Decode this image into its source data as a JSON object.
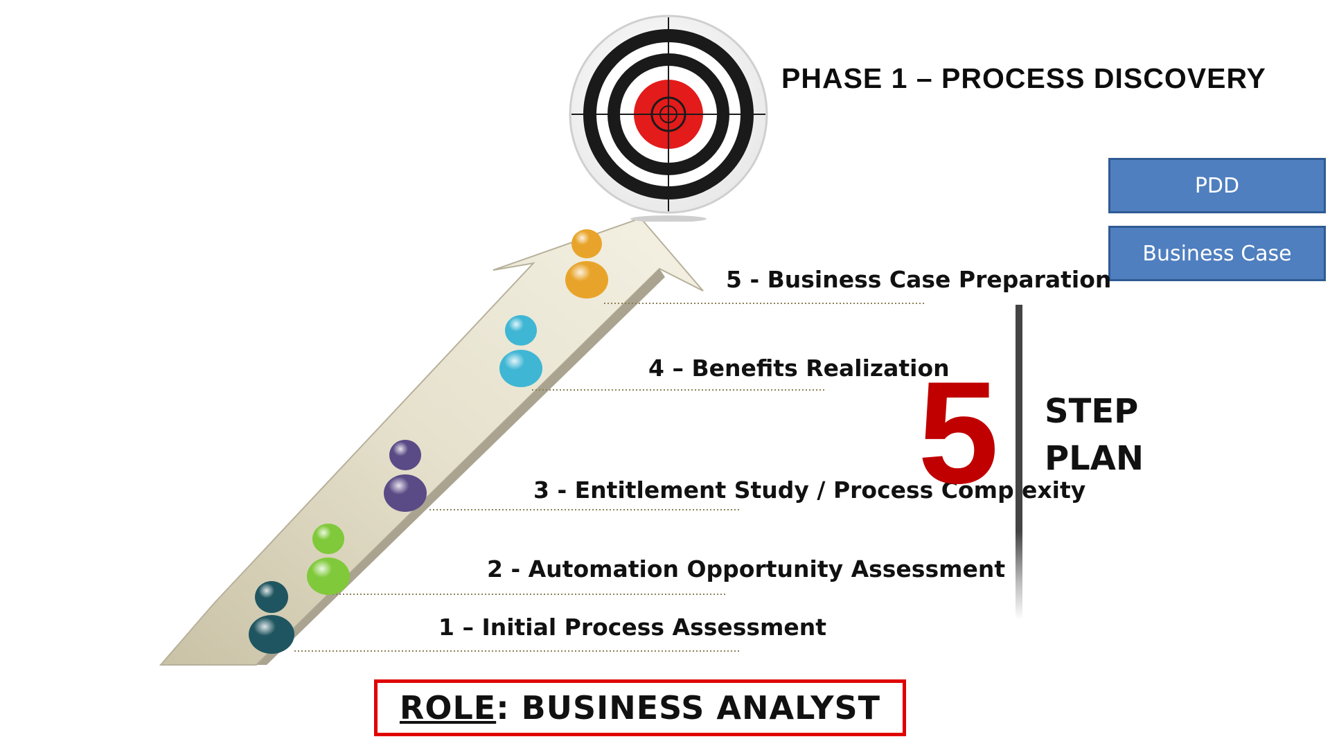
{
  "title": "PHASE 1 – PROCESS DISCOVERY",
  "deliverables": {
    "pdd": "PDD",
    "business_case": "Business Case"
  },
  "steps": [
    {
      "label": "1 – Initial Process Assessment",
      "figure_color": "#1f5560"
    },
    {
      "label": "2 - Automation Opportunity Assessment",
      "figure_color": "#7fc93a"
    },
    {
      "label": "3 - Entitlement Study / Process Complexity",
      "figure_color": "#5a4a86"
    },
    {
      "label": "4 – Benefits Realization",
      "figure_color": "#3fb6d4"
    },
    {
      "label": "5 - Business Case Preparation",
      "figure_color": "#e8a42a"
    }
  ],
  "plan": {
    "number": "5",
    "line1": "STEP",
    "line2": "PLAN"
  },
  "role": {
    "prefix": "ROLE",
    "suffix": ": BUSINESS ANALYST"
  },
  "colors": {
    "accent_red": "#c00000",
    "button_blue": "#4f7fbf",
    "arrow_fill": "#ddd8c3",
    "target_red": "#e31b1b"
  },
  "icons": [
    "target-icon",
    "arrow-path-icon",
    "person-figure-icon"
  ]
}
